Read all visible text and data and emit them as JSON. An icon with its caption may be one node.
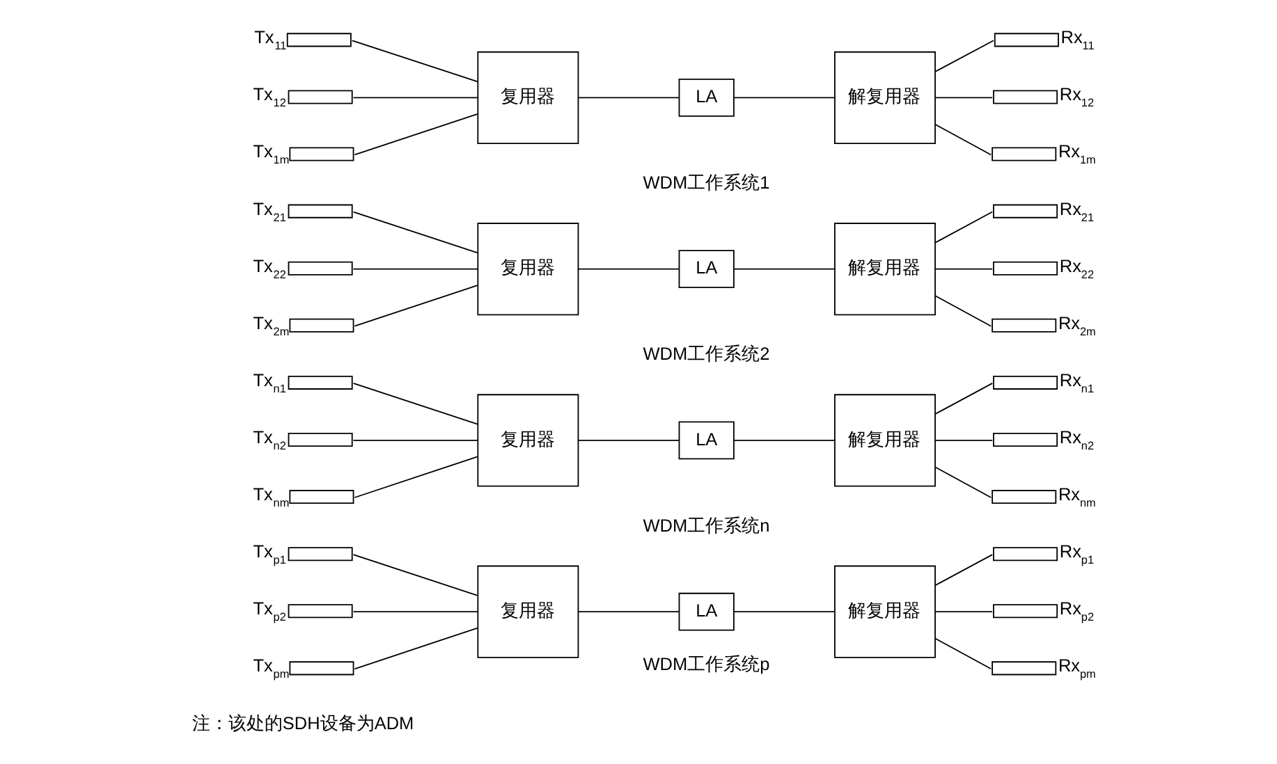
{
  "diagram": {
    "nodes": [
      {
        "text": [],
        "shape": "box",
        "beside": [
          "Tx$_{11}$"
        ]
      },
      {
        "text": [],
        "shape": "box",
        "beside": [
          "Tx$_{12}$"
        ]
      },
      {
        "text": [],
        "shape": "box",
        "beside": [
          "Tx$_{1m}$"
        ]
      },
      {
        "text": [
          "复用器"
        ]
      },
      {
        "text": [
          "LA"
        ]
      },
      {
        "text": [
          "解复用器"
        ]
      },
      {
        "text": [],
        "shape": "box",
        "beside": [
          "Rx$_{11}$"
        ]
      },
      {
        "text": [],
        "shape": "box",
        "beside": [
          "Rx$_{12}$"
        ]
      },
      {
        "text": [],
        "shape": "box",
        "beside": [
          "Rx$_{1m}$"
        ]
      },
      {
        "text": [],
        "shape": "box",
        "beside": [
          "Tx$_{21}$"
        ]
      },
      {
        "text": [],
        "shape": "box",
        "beside": [
          "Tx$_{22}$"
        ]
      },
      {
        "text": [],
        "shape": "box",
        "beside": [
          "Tx$_{2m}$"
        ]
      },
      {
        "text": [
          "复用器"
        ]
      },
      {
        "text": [
          "LA"
        ]
      },
      {
        "text": [
          "解复用器"
        ]
      },
      {
        "text": [],
        "shape": "box",
        "beside": [
          "Rx$_{21}$"
        ]
      },
      {
        "text": [],
        "shape": "box",
        "beside": [
          "Rx$_{22}$"
        ]
      },
      {
        "text": [],
        "shape": "box",
        "beside": [
          "Rx$_{2m}$"
        ]
      },
      {
        "text": [],
        "shape": "box",
        "beside": [
          "Tx$_{n1}$"
        ]
      },
      {
        "text": [],
        "shape": "box",
        "beside": [
          "Tx$_{n2}$"
        ]
      },
      {
        "text": [],
        "shape": "box",
        "beside": [
          "Tx$_{nm}$"
        ]
      },
      {
        "text": [
          "复用器"
        ]
      },
      {
        "text": [
          "LA"
        ]
      },
      {
        "text": [
          "解复用器"
        ]
      },
      {
        "text": [],
        "shape": "box",
        "beside": [
          "Rx$_{n1}$"
        ]
      },
      {
        "text": [],
        "shape": "box",
        "beside": [
          "Rx$_{n2}$"
        ]
      },
      {
        "text": [],
        "shape": "box",
        "beside": [
          "Rx$_{nm}$"
        ]
      },
      {
        "text": [],
        "shape": "box",
        "beside": [
          "Tx$_{p1}$"
        ]
      },
      {
        "text": [],
        "shape": "box",
        "beside": [
          "Tx$_{p2}$"
        ]
      },
      {
        "text": [],
        "shape": "box",
        "beside": [
          "Tx$_{pm}$"
        ]
      },
      {
        "text": [
          "复用器"
        ]
      },
      {
        "text": [
          "LA"
        ]
      },
      {
        "text": [
          "解复用器"
        ]
      },
      {
        "text": [],
        "shape": "box",
        "beside": [
          "Rx$_{p1}$"
        ]
      },
      {
        "text": [],
        "shape": "box",
        "beside": [
          "Rx$_{p2}$"
        ]
      },
      {
        "text": [],
        "shape": "box",
        "beside": [
          "Rx$_{pm}$"
        ]
      }
    ],
    "edges": [
      {
        "from": 0,
        "to": 3,
        "arrow": "none"
      },
      {
        "from": 1,
        "to": 3,
        "arrow": "none"
      },
      {
        "from": 2,
        "to": 3,
        "arrow": "none"
      },
      {
        "from": 3,
        "to": 4,
        "arrow": "none"
      },
      {
        "from": 4,
        "to": 5,
        "arrow": "none"
      },
      {
        "from": 5,
        "to": 6,
        "arrow": "none"
      },
      {
        "from": 5,
        "to": 7,
        "arrow": "none"
      },
      {
        "from": 5,
        "to": 8,
        "arrow": "none"
      },
      {
        "from": 9,
        "to": 12,
        "arrow": "none"
      },
      {
        "from": 10,
        "to": 12,
        "arrow": "none"
      },
      {
        "from": 11,
        "to": 12,
        "arrow": "none"
      },
      {
        "from": 12,
        "to": 13,
        "arrow": "none"
      },
      {
        "from": 13,
        "to": 14,
        "arrow": "none"
      },
      {
        "from": 14,
        "to": 15,
        "arrow": "none"
      },
      {
        "from": 14,
        "to": 16,
        "arrow": "none"
      },
      {
        "from": 14,
        "to": 17,
        "arrow": "none"
      },
      {
        "from": 18,
        "to": 21,
        "arrow": "none"
      },
      {
        "from": 19,
        "to": 21,
        "arrow": "none"
      },
      {
        "from": 20,
        "to": 21,
        "arrow": "none"
      },
      {
        "from": 21,
        "to": 22,
        "arrow": "none"
      },
      {
        "from": 22,
        "to": 23,
        "arrow": "none"
      },
      {
        "from": 23,
        "to": 24,
        "arrow": "none"
      },
      {
        "from": 23,
        "to": 25,
        "arrow": "none"
      },
      {
        "from": 23,
        "to": 26,
        "arrow": "none"
      },
      {
        "from": 27,
        "to": 30,
        "arrow": "none"
      },
      {
        "from": 28,
        "to": 30,
        "arrow": "none"
      },
      {
        "from": 29,
        "to": 30,
        "arrow": "none"
      },
      {
        "from": 30,
        "to": 31,
        "arrow": "none"
      },
      {
        "from": 31,
        "to": 32,
        "arrow": "none"
      },
      {
        "from": 32,
        "to": 33,
        "arrow": "none"
      },
      {
        "from": 32,
        "to": 34,
        "arrow": "none"
      },
      {
        "from": 32,
        "to": 35,
        "arrow": "none"
      }
    ],
    "labels": [
      "WDM工作系统1",
      "WDM工作系统2",
      "WDM工作系统n",
      "WDM工作系统p",
      "注：该处的SDH设备为ADM"
    ]
  }
}
